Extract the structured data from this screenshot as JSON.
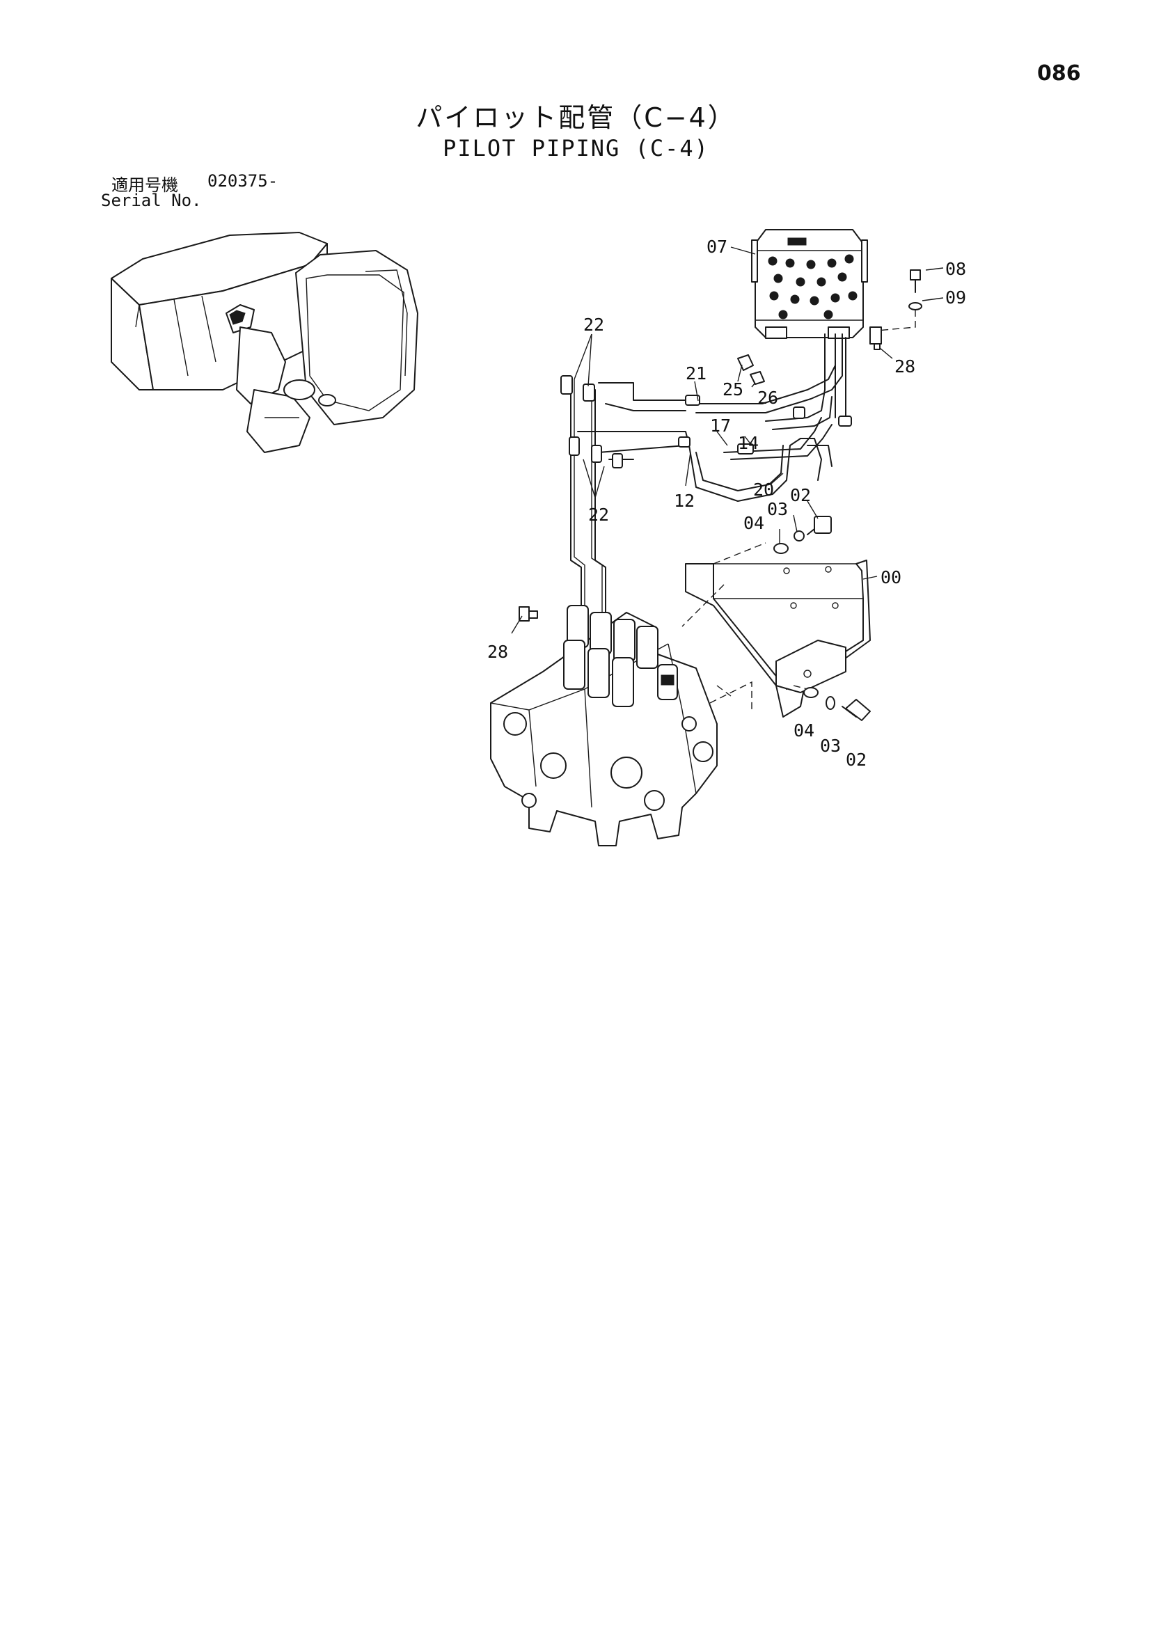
{
  "page": {
    "number": "086"
  },
  "title": {
    "japanese": "パイロット配管（C−4）",
    "english": "PILOT PIPING (C-4)"
  },
  "serial": {
    "label_jp": "適用号機",
    "value": "020375-",
    "label_en": "Serial No."
  },
  "diagram": {
    "callouts": {
      "c07": "07",
      "c08": "08",
      "c09": "09",
      "c28a": "28",
      "c28b": "28",
      "c22a": "22",
      "c22b": "22",
      "c21": "21",
      "c25": "25",
      "c26": "26",
      "c17": "17",
      "c14": "14",
      "c12": "12",
      "c20": "20",
      "c02a": "02",
      "c03a": "03",
      "c04a": "04",
      "c00": "00",
      "c04b": "04",
      "c03b": "03",
      "c02b": "02"
    }
  }
}
